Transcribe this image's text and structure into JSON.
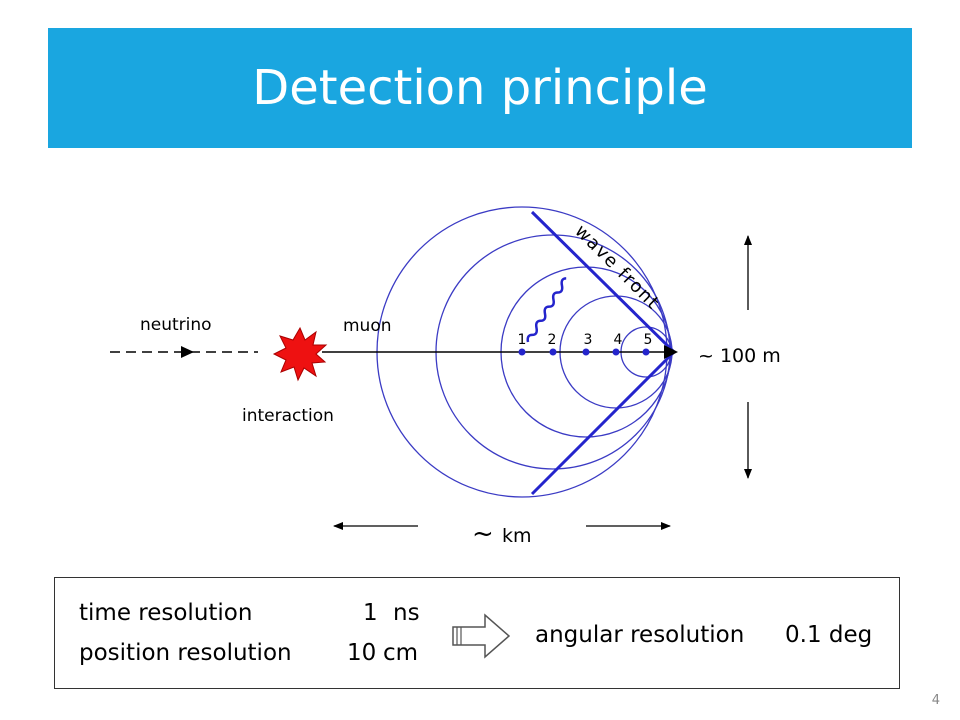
{
  "title": "Detection principle",
  "colors": {
    "title_bg": "#1aa6e0",
    "title_text": "#ffffff",
    "circles": "#3b3bc4",
    "wave_front": "#2424cc",
    "interaction": "#ee1111"
  },
  "labels": {
    "neutrino": "neutrino",
    "muon": "muon",
    "interaction": "interaction",
    "wave_front": "wave front",
    "height_scale": "~ 100 m",
    "length_scale_tilde": "~",
    "length_scale_unit": "km"
  },
  "points": [
    "1",
    "2",
    "3",
    "4",
    "5"
  ],
  "summary": {
    "time_label": "time resolution",
    "time_value": "1",
    "time_unit": "ns",
    "position_label": "position resolution",
    "position_value": "10",
    "position_unit": "cm",
    "angular_label": "angular resolution",
    "angular_value": "0.1 deg"
  },
  "page_number": "4",
  "icons": {
    "interaction": "explosion-icon",
    "implies": "arrow-right-icon"
  }
}
